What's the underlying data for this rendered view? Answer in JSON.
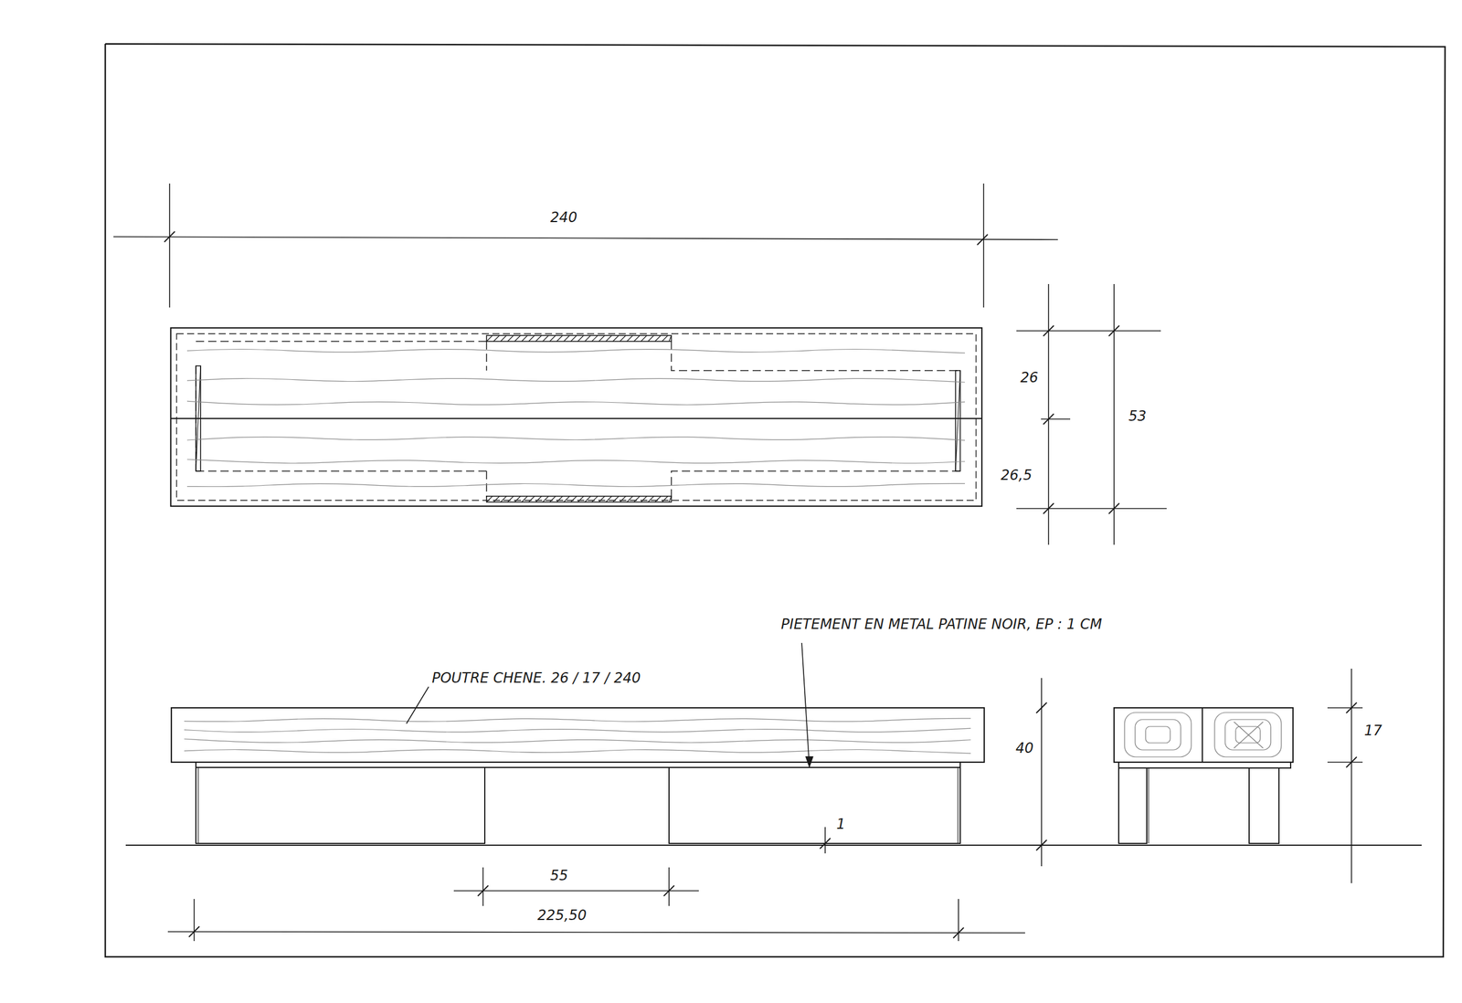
{
  "diagram": {
    "labels": [
      "240",
      "26",
      "53",
      "26,5",
      "POUTRE CHENE. 26 / 17 / 240",
      "PIETEMENT EN METAL PATINE NOIR, EP : 1 CM",
      "40",
      "17",
      "1",
      "55",
      "225,50"
    ]
  }
}
